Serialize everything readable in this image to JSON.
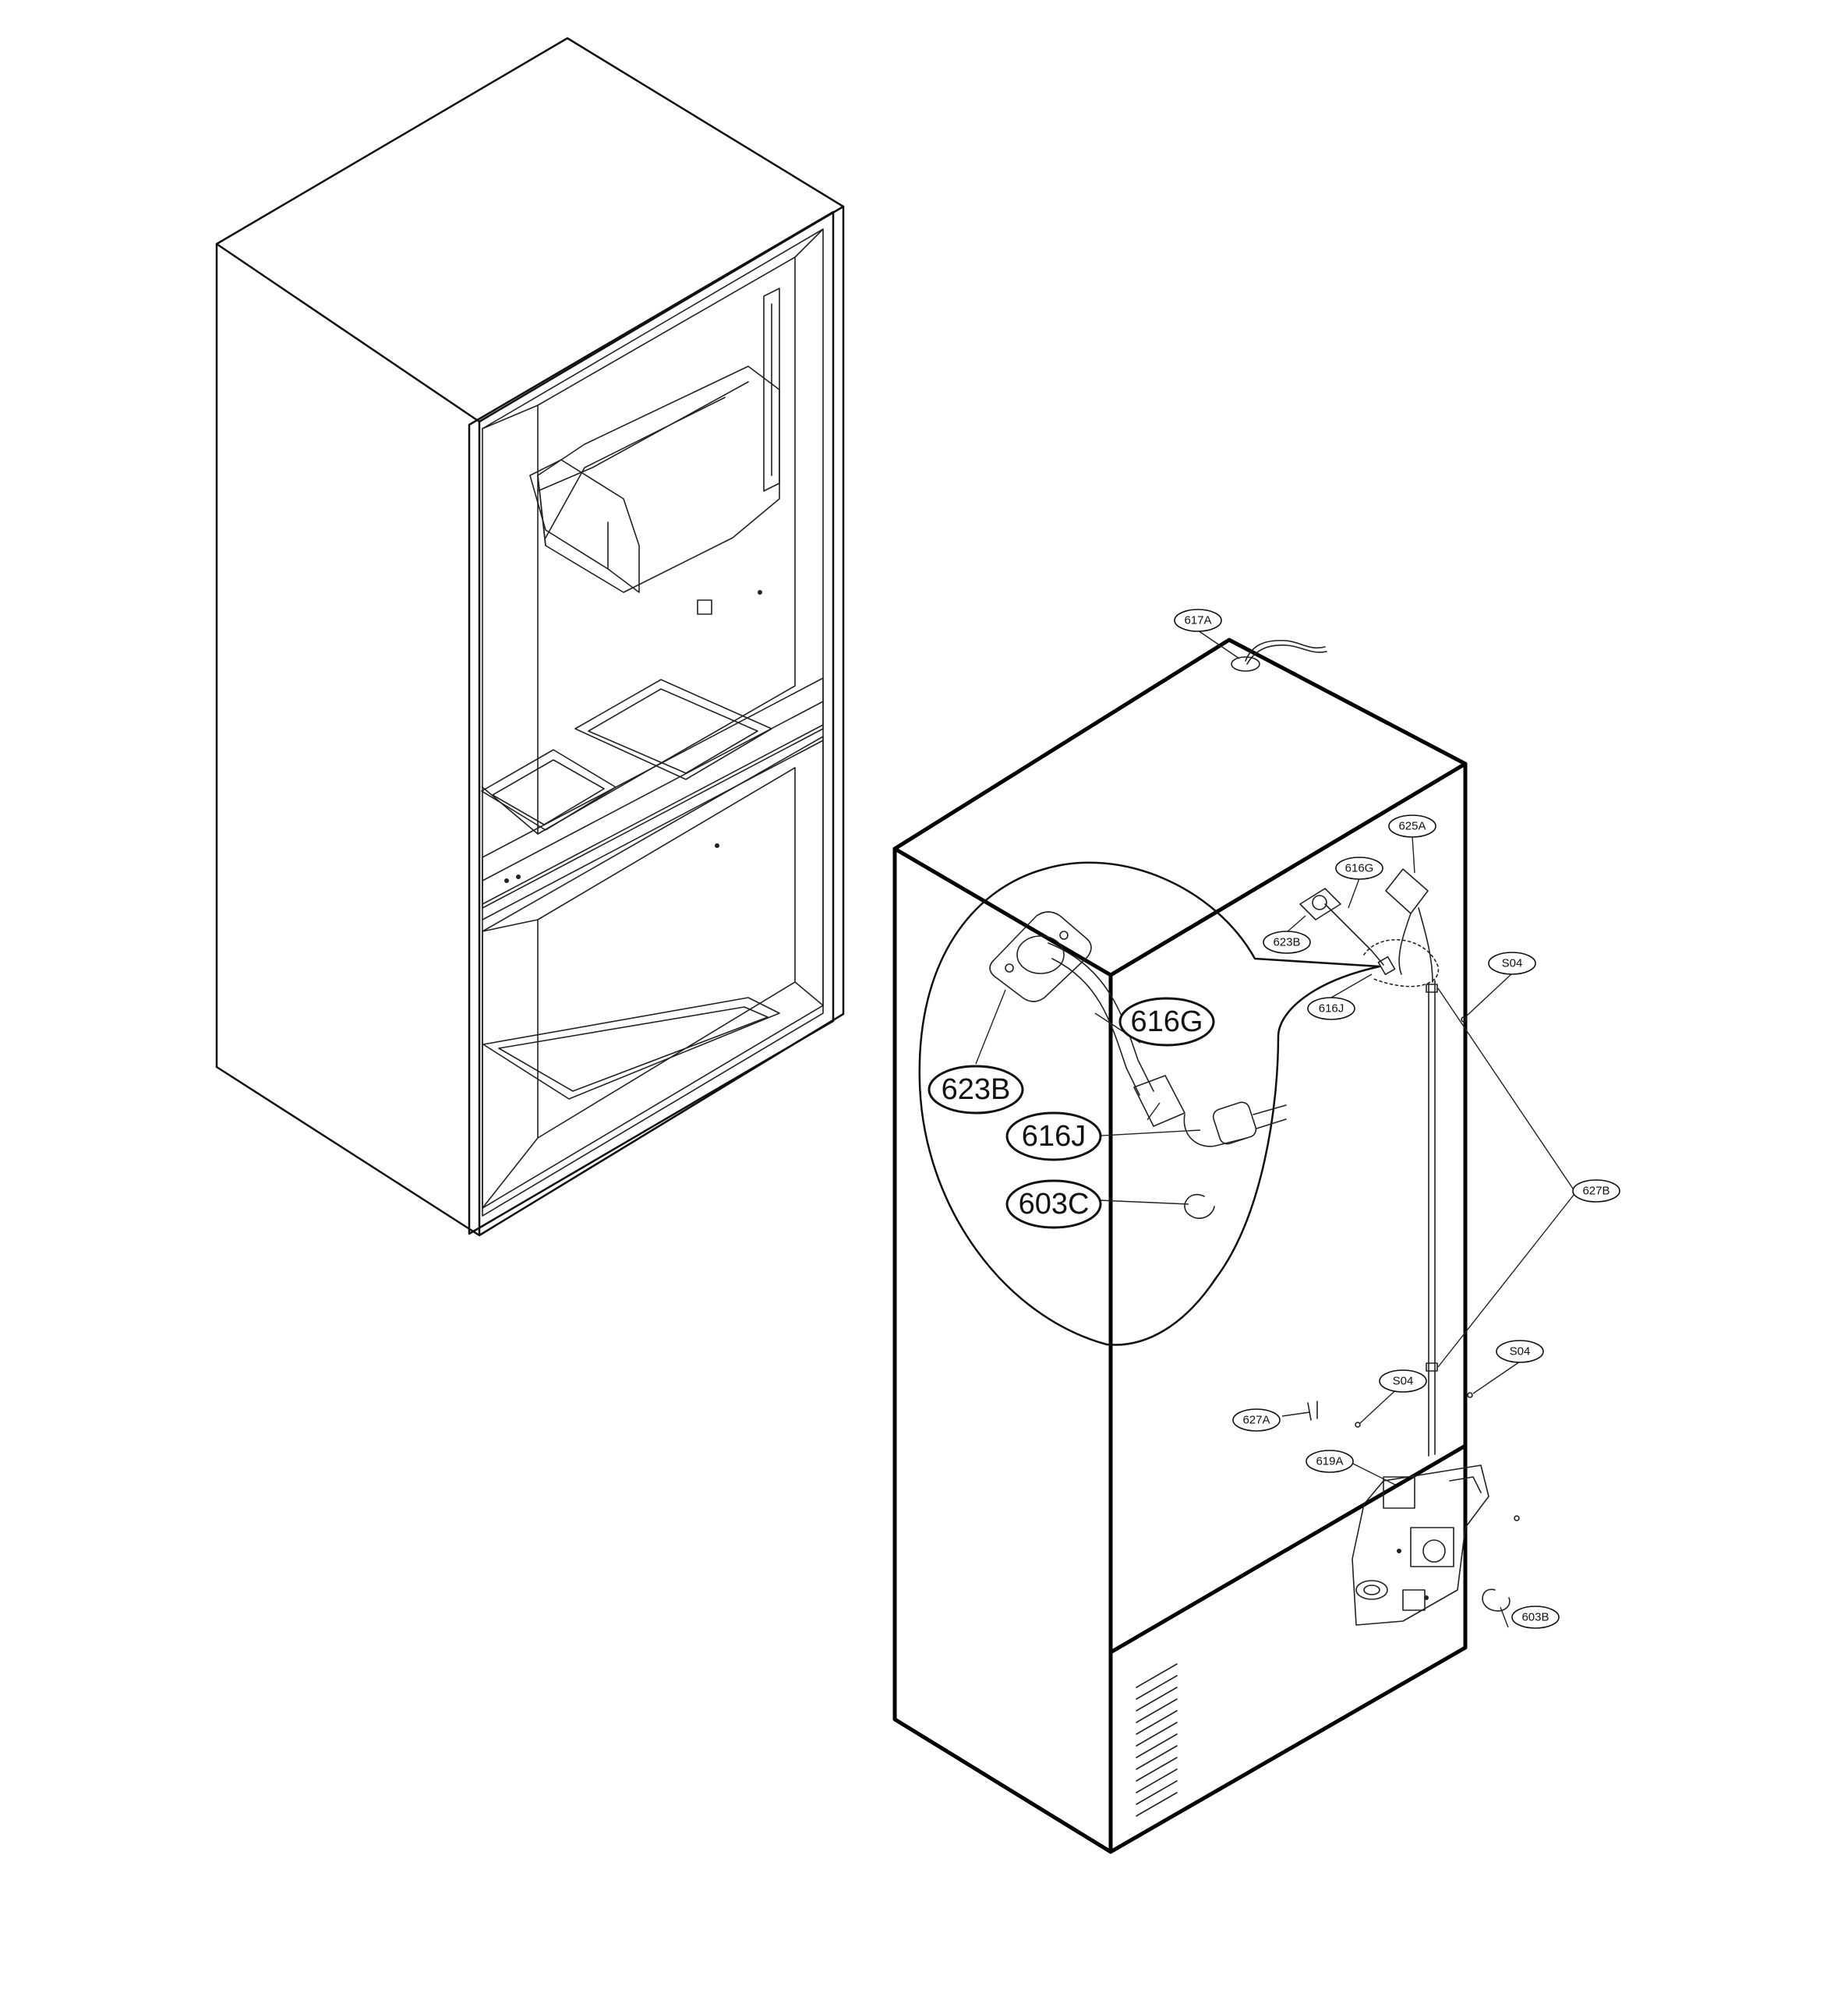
{
  "callouts": {
    "c617A": "617A",
    "c625A": "625A",
    "c616G_small": "616G",
    "c623B_small": "623B",
    "c616J_small": "616J",
    "c_S04_top": "S04",
    "c627B": "627B",
    "c_S04_mid": "S04",
    "c_S04_low": "S04",
    "c627A": "627A",
    "c619A": "619A",
    "c603B": "603B"
  },
  "detail_callouts": {
    "d616G": "616G",
    "d623B": "623B",
    "d616J": "616J",
    "d603C": "603C"
  }
}
